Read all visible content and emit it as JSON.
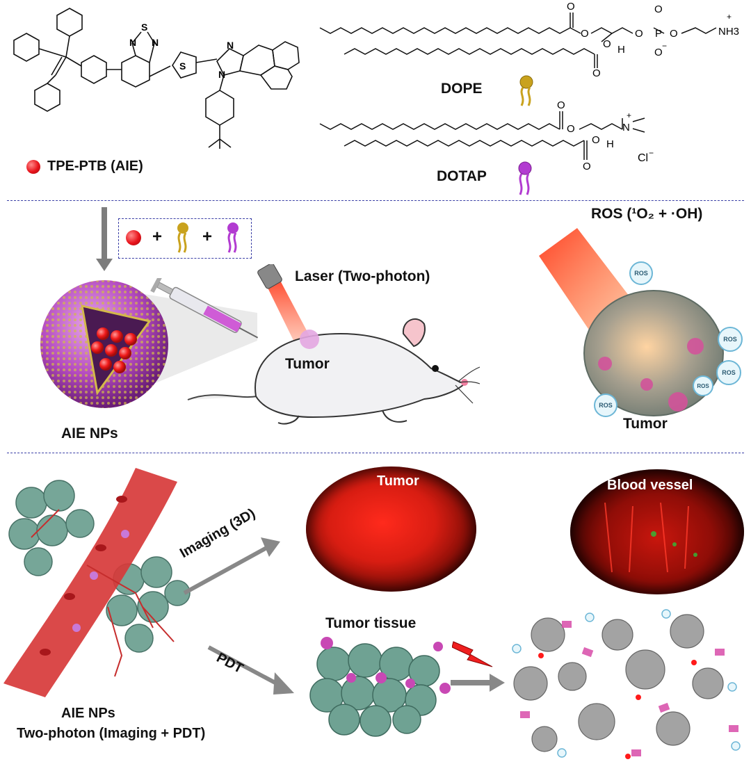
{
  "panel1": {
    "aie_label": "TPE-PTB  (AIE)",
    "dope_label": "DOPE",
    "dotap_label": "DOTAP",
    "atoms": {
      "s": "S",
      "n": "N",
      "o": "O",
      "p": "P",
      "h": "H",
      "nh3": "NH3",
      "cl": "Cl",
      "plus": "+",
      "minus": "−"
    }
  },
  "panel2": {
    "plus1": "+",
    "plus2": "+",
    "laser_label": "Laser (Two-photon)",
    "tumor_label": "Tumor",
    "nps_label": "AIE NPs",
    "ros_title": "ROS (¹O₂ + ·OH)",
    "ros_tag": "ROS",
    "tumor_right_label": "Tumor"
  },
  "panel3": {
    "imaging_label": "Imaging (3D)",
    "pdt_label": "PDT",
    "tumor_image_label": "Tumor",
    "vessel_image_label": "Blood vessel",
    "tissue_label": "Tumor tissue",
    "bottom_label_1": "AIE NPs",
    "bottom_label_2": "Two-photon (Imaging + PDT)"
  },
  "colors": {
    "divider": "#3a3fa6",
    "aie_red": "#e8131b",
    "dope_gold": "#c9a21d",
    "dotap_purple": "#b23bd1",
    "vessel_red": "#d73a3a",
    "tumor_green": "#6fa293"
  }
}
